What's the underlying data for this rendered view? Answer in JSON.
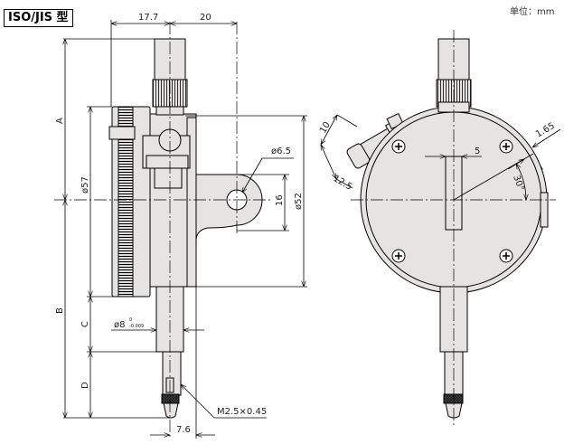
{
  "header": {
    "badge": "ISO/JIS 型",
    "unit": "单位：mm"
  },
  "side_view": {
    "dims": {
      "d17_7": "17.7",
      "d20": "20",
      "A": "A",
      "B": "B",
      "C": "C",
      "D": "D",
      "phi57": "ø57",
      "phi52": "ø52",
      "phi6_5": "ø6.5",
      "d16": "16",
      "phi8": "ø8",
      "phi8_tol_upper": "0",
      "phi8_tol_lower": "-0.009",
      "thread": "M2.5×0.45",
      "d7_6": "7.6"
    }
  },
  "front_view": {
    "dims": {
      "d10": "10",
      "d12_5": "12.5",
      "d5": "5",
      "d1_65": "1.65",
      "angle": "30°"
    }
  },
  "colors": {
    "part_fill": "#e6e4e2",
    "line": "#000000"
  }
}
